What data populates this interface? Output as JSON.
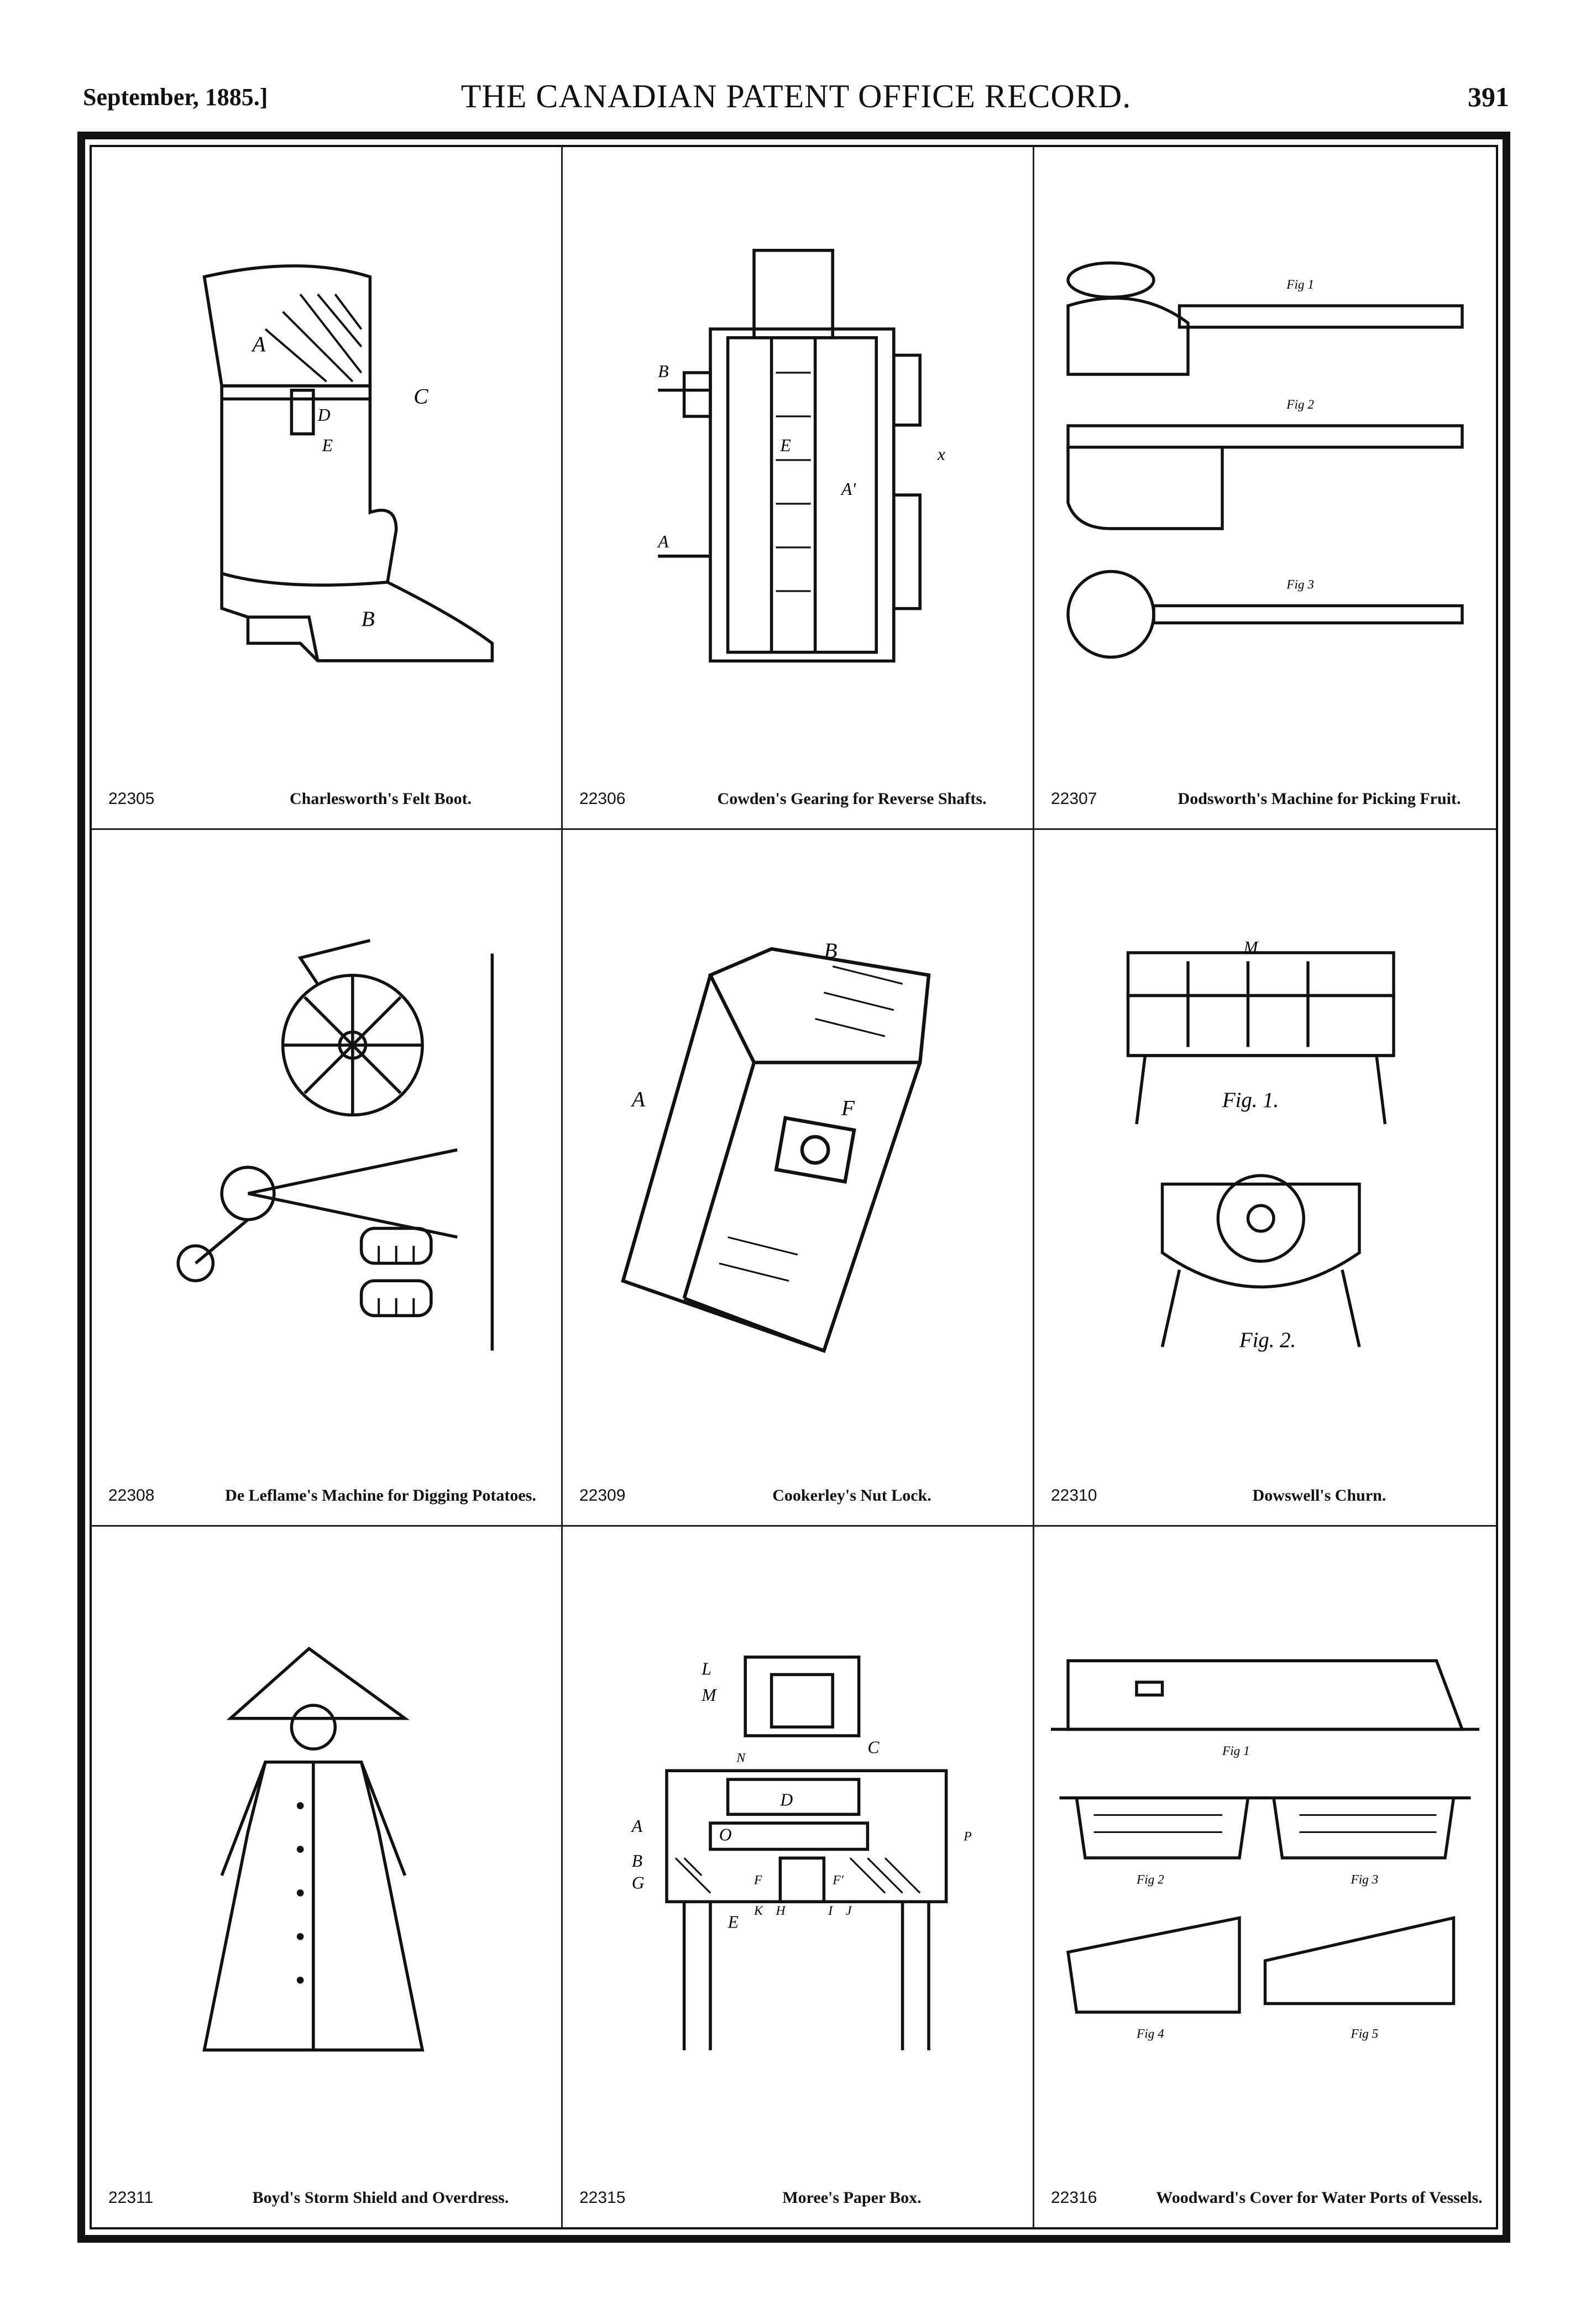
{
  "header": {
    "date": "September, 1885.]",
    "title": "THE CANADIAN PATENT OFFICE RECORD.",
    "page_number": "391"
  },
  "patents": [
    {
      "number": "22305",
      "title": "Charlesworth's Felt Boot.",
      "icon": "boot-drawing"
    },
    {
      "number": "22306",
      "title": "Cowden's Gearing for Reverse Shafts.",
      "icon": "gearing-drawing"
    },
    {
      "number": "22307",
      "title": "Dodsworth's Machine for Picking Fruit.",
      "icon": "fruit-picker-drawing"
    },
    {
      "number": "22308",
      "title": "De Leflame's Machine for Digging Potatoes.",
      "icon": "potato-digger-drawing"
    },
    {
      "number": "22309",
      "title": "Cookerley's Nut Lock.",
      "icon": "nut-lock-drawing"
    },
    {
      "number": "22310",
      "title": "Dowswell's Churn.",
      "icon": "churn-drawing"
    },
    {
      "number": "22311",
      "title": "Boyd's Storm Shield and Overdress.",
      "icon": "storm-shield-drawing"
    },
    {
      "number": "22315",
      "title": "Moree's Paper Box.",
      "icon": "paper-box-drawing"
    },
    {
      "number": "22316",
      "title": "Woodward's Cover for Water Ports of Vessels.",
      "icon": "water-port-cover-drawing"
    }
  ],
  "figure_labels": {
    "boot": [
      "A",
      "C",
      "D",
      "E",
      "B"
    ],
    "gearing": [
      "B",
      "A",
      "E",
      "A'",
      "x"
    ],
    "picker": [
      "Fig 1",
      "Fig 2",
      "Fig 3"
    ],
    "nutlock": [
      "A",
      "B",
      "F"
    ],
    "churn": [
      "M",
      "Fig. 1.",
      "Fig. 2."
    ],
    "box": [
      "L",
      "M",
      "N",
      "C",
      "D",
      "O",
      "P",
      "A",
      "B",
      "G",
      "F",
      "F'",
      "E",
      "K",
      "H",
      "I",
      "J"
    ],
    "ports": [
      "Fig 1",
      "Fig 2",
      "Fig 3",
      "Fig 4",
      "Fig 5"
    ]
  }
}
